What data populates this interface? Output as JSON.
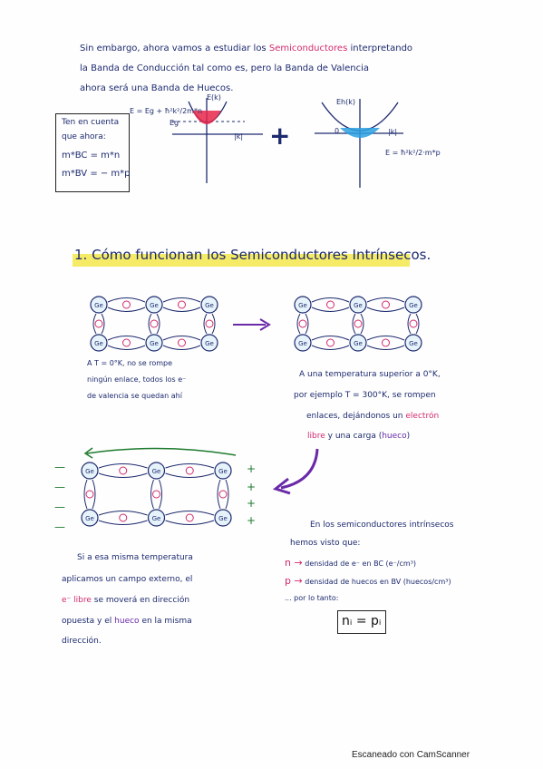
{
  "intro": {
    "line1": "Sin embargo, ahora vamos a estudiar los",
    "line1_pink": "Semiconductores",
    "line1_end": "interpretando",
    "line2_a": "la",
    "line2_b": "Banda de Conducción",
    "line2_c": "tal como es, pero la",
    "line2_d": "Banda de Valencia",
    "line3": "ahora será una Banda de Huecos."
  },
  "note_box": {
    "line1": "Ten en cuenta",
    "line2": "que ahora:",
    "eq1": "m*BC = m*n",
    "eq2": "m*BV = − m*p"
  },
  "diagram_left": {
    "equation": "E = Eg + ħ²k²/2m*n",
    "e_axis": "E(k)",
    "eg": "Eg",
    "k_axis": "|k|"
  },
  "plus_sign": "+",
  "diagram_right": {
    "e_axis": "Eh(k)",
    "k_axis": "|k|",
    "zero": "0",
    "equation": "E = ħ²k²/2·m*p"
  },
  "section": {
    "title_number": "1.",
    "title_text": "Cómo funcionan los Semiconductores Intrínsecos."
  },
  "lattice_left": {
    "atoms": [
      "Ge",
      "Ge",
      "Ge",
      "Ge",
      "Ge",
      "Ge"
    ],
    "caption": [
      "A T = 0°K, no se rompe",
      "ningún enlace, todos los e⁻",
      "de valencia se quedan ahí"
    ]
  },
  "lattice_right": {
    "atoms": [
      "Ge",
      "Ge",
      "Ge",
      "Ge",
      "Ge",
      "Ge"
    ],
    "caption_1": "A una temperatura superior a 0°K,",
    "caption_2": "por ejemplo T = 300°K, se rompen",
    "caption_3": "enlaces, dejándonos un",
    "caption_3_pink": "electrón",
    "caption_4_pink": "libre",
    "caption_4": "y una carga (",
    "caption_4_purple": "hueco",
    "caption_4_end": ")"
  },
  "lattice_field": {
    "atoms": [
      "Ge",
      "Ge",
      "Ge",
      "Ge",
      "Ge",
      "Ge"
    ],
    "minus_signs": [
      "—",
      "—",
      "—",
      "—"
    ],
    "plus_signs": [
      "+",
      "+",
      "+",
      "+"
    ]
  },
  "field_caption": {
    "line1": "Si a esa misma temperatura",
    "line2": "aplicamos un campo externo, el",
    "line3_pink": "e⁻ libre",
    "line3": "se moverá en dirección",
    "line4": "opuesta y el",
    "line4_purple": "hueco",
    "line4_end": "en la misma",
    "line5": "dirección."
  },
  "summary": {
    "line1": "En los semiconductores intrínsecos",
    "line2": "hemos visto que:",
    "n_def_symbol": "n →",
    "n_def": "densidad de e⁻ en BC (e⁻/cm³)",
    "p_def_symbol": "p →",
    "p_def": "densidad de huecos en BV (huecos/cm³)",
    "conclusion": "... por lo tanto:",
    "equation": "nᵢ = pᵢ"
  },
  "footer": "Escaneado con CamScanner",
  "colors": {
    "ink": "#1d2a6e",
    "pink": "#d22a6e",
    "purple": "#6a2aa8",
    "highlight": "#f3e640",
    "band_red": "#e8264a",
    "band_blue": "#2aa0e0"
  }
}
